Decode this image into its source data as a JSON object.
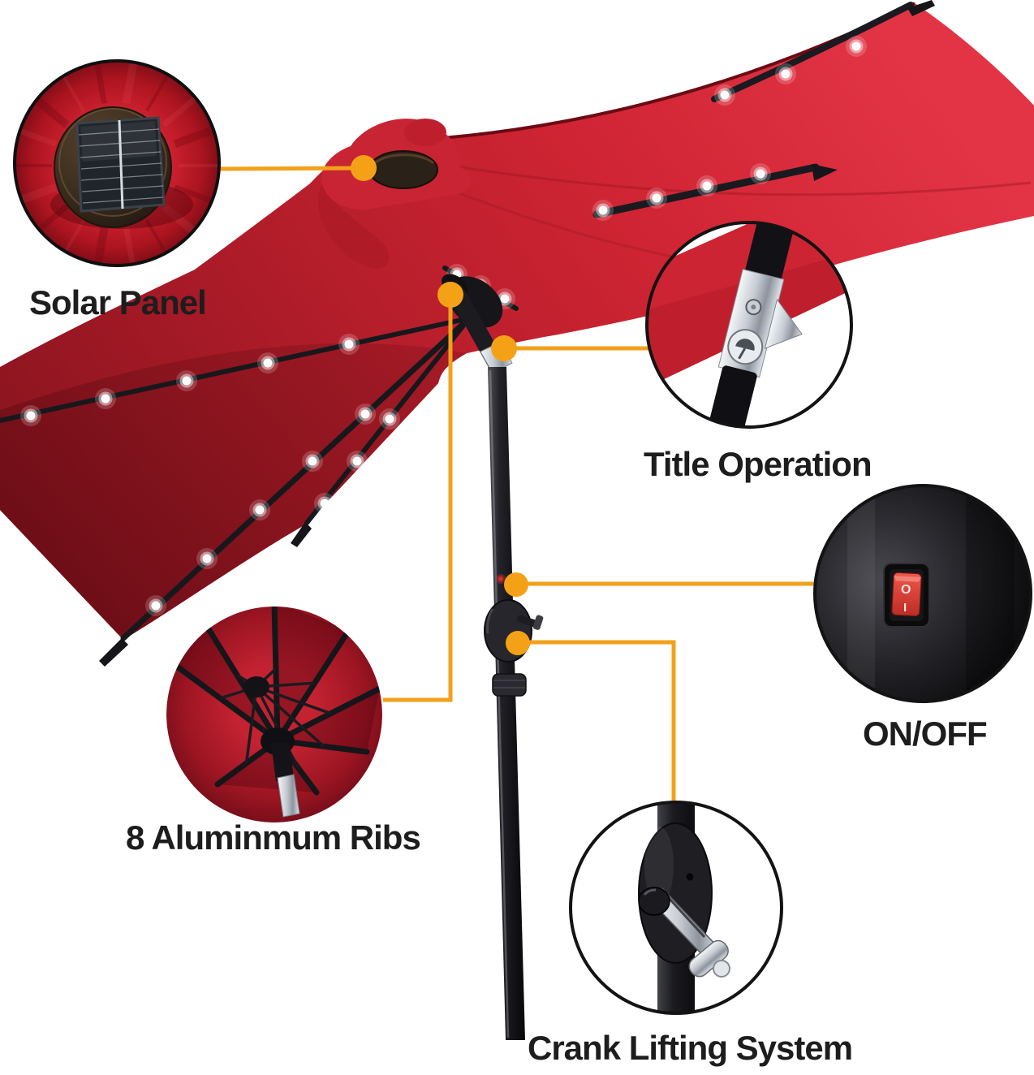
{
  "figure": {
    "subject": "solar LED patio umbrella feature callout diagram",
    "background": "#ffffff"
  },
  "colors": {
    "accent_orange": "#F2A11B",
    "canopy_red": "#C3202E",
    "canopy_red_bright": "#DE2B3A",
    "canopy_red_dark": "#8E141F",
    "switch_red": "#E2443C",
    "label_text": "#1D1D1D"
  },
  "callouts": [
    {
      "id": "solar-panel",
      "label": "Solar Panel"
    },
    {
      "id": "tilt-operation",
      "label": "Title Operation"
    },
    {
      "id": "on-off",
      "label": "ON/OFF"
    },
    {
      "id": "aluminum-ribs",
      "label": "8 Aluminmum Ribs"
    },
    {
      "id": "crank-lifting",
      "label": "Crank Lifting System"
    }
  ],
  "switch": {
    "off_mark": "O",
    "on_mark": "I"
  }
}
